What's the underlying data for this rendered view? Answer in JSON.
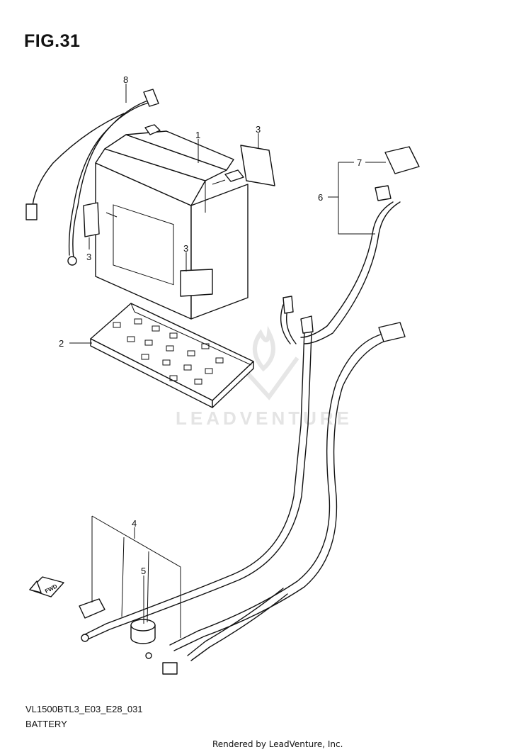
{
  "figure": {
    "title": "FIG.31"
  },
  "footer": {
    "model_code": "VL1500BTL3_E03_E28_031",
    "section_name": "BATTERY",
    "render_credit": "Rendered by LeadVenture, Inc."
  },
  "watermark": {
    "text": "LEADVENTURE"
  },
  "fwd_marker": {
    "text": "FWD"
  },
  "callouts": {
    "c1": "1",
    "c2": "2",
    "c3a": "3",
    "c3b": "3",
    "c3c": "3",
    "c4": "4",
    "c5": "5",
    "c6": "6",
    "c7": "7",
    "c8": "8"
  }
}
